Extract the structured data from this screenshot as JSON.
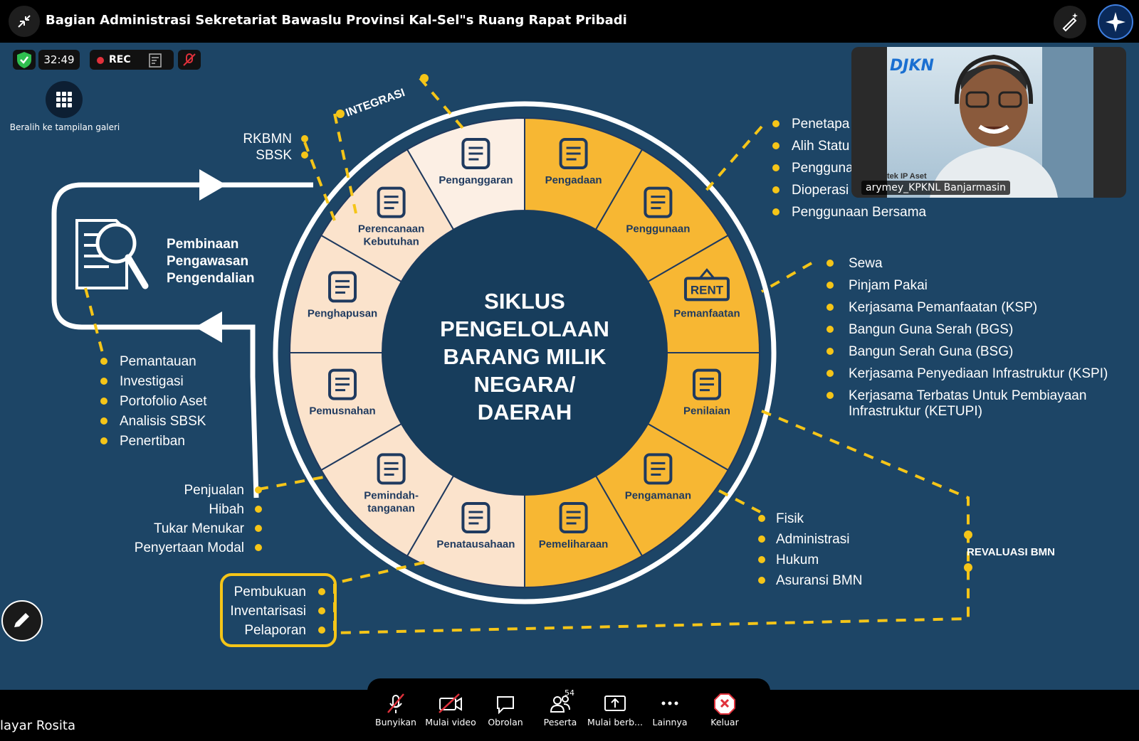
{
  "meeting": {
    "title": "Bagian Administrasi Sekretariat Bawaslu Provinsi Kal-Sel\"s Ruang Rapat Pribadi",
    "timer": "32:49",
    "rec_label": "REC",
    "gallery_label": "Beralih ke tampilan galeri",
    "participant_name": "arymey_KPKNL Banjarmasin",
    "participant_logo": "DJKN",
    "participant_backdrop_text": "tek IP Aset",
    "screen_share_label": "layar Rosita"
  },
  "toolbar": {
    "items": [
      {
        "label": "Bunyikan",
        "icon": "mic-muted-icon"
      },
      {
        "label": "Mulai video",
        "icon": "video-off-icon"
      },
      {
        "label": "Obrolan",
        "icon": "chat-icon"
      },
      {
        "label": "Peserta",
        "icon": "participants-icon",
        "badge": "54"
      },
      {
        "label": "Mulai berb...",
        "icon": "share-icon"
      },
      {
        "label": "Lainnya",
        "icon": "more-icon"
      },
      {
        "label": "Keluar",
        "icon": "leave-icon"
      }
    ]
  },
  "slide": {
    "center_lines": [
      "SIKLUS",
      "PENGELOLAAN",
      "BARANG MILIK",
      "NEGARA/",
      "DAERAH"
    ],
    "segments": [
      {
        "label": "Penganggaran",
        "icon": "checklist-icon"
      },
      {
        "label": "Pengadaan",
        "icon": "shopping-bag-icon"
      },
      {
        "label": "Penggunaan",
        "icon": "building-icon"
      },
      {
        "label": "Pemanfaatan",
        "icon": "rent-sign-icon"
      },
      {
        "label": "Penilaian",
        "icon": "appraisal-house-icon"
      },
      {
        "label": "Pengamanan",
        "icon": "shield-check-icon"
      },
      {
        "label": "Pemeliharaan",
        "icon": "tools-icon"
      },
      {
        "label": "Penatausahaan",
        "icon": "folder-icon"
      },
      {
        "label": "Pemindah-",
        "label2": "tanganan",
        "icon": "key-hand-icon"
      },
      {
        "label": "Pemusnahan",
        "icon": "fire-icon"
      },
      {
        "label": "Penghapusan",
        "icon": "trash-icon"
      },
      {
        "label": "Perencanaan",
        "label2": "Kebutuhan",
        "icon": "money-icon"
      }
    ],
    "integrasi": "INTEGRASI",
    "rkbmn": [
      "RKBMN",
      "SBSK"
    ],
    "pembinaan": [
      "Pembinaan",
      "Pengawasan",
      "Pengendalian"
    ],
    "pemantauan": [
      "Pemantauan",
      "Investigasi",
      "Portofolio Aset",
      "Analisis SBSK",
      "Penertiban"
    ],
    "penggunaan_list": [
      "Penetapa",
      "Alih Statu",
      "Pengguna",
      "Dioperasi",
      "Penggunaan Bersama"
    ],
    "pemanfaatan_list": [
      "Sewa",
      "Pinjam Pakai",
      "Kerjasama Pemanfaatan (KSP)",
      "Bangun Guna Serah (BGS)",
      "Bangun Serah Guna (BSG)",
      "Kerjasama Penyediaan Infrastruktur (KSPI)",
      "Kerjasama Terbatas Untuk Pembiayaan",
      "Infrastruktur (KETUPI)"
    ],
    "pemindahtanganan_list": [
      "Penjualan",
      "Hibah",
      "Tukar Menukar",
      "Penyertaan Modal"
    ],
    "pengamanan_list": [
      "Fisik",
      "Administrasi",
      "Hukum",
      "Asuransi BMN"
    ],
    "penatausahaan_list": [
      "Pembukuan",
      "Inventarisasi",
      "Pelaporan"
    ],
    "revaluasi": "REVALUASI BMN",
    "rent_text": "RENT"
  },
  "colors": {
    "slide_bg": "#1d4566",
    "ring_center": "#173d5c",
    "orange": "#f7b733",
    "peach": "#fbe3cc",
    "peach_light": "#fcefe4",
    "accent_yellow": "#f5c518",
    "icon_navy": "#1f3a5f"
  }
}
